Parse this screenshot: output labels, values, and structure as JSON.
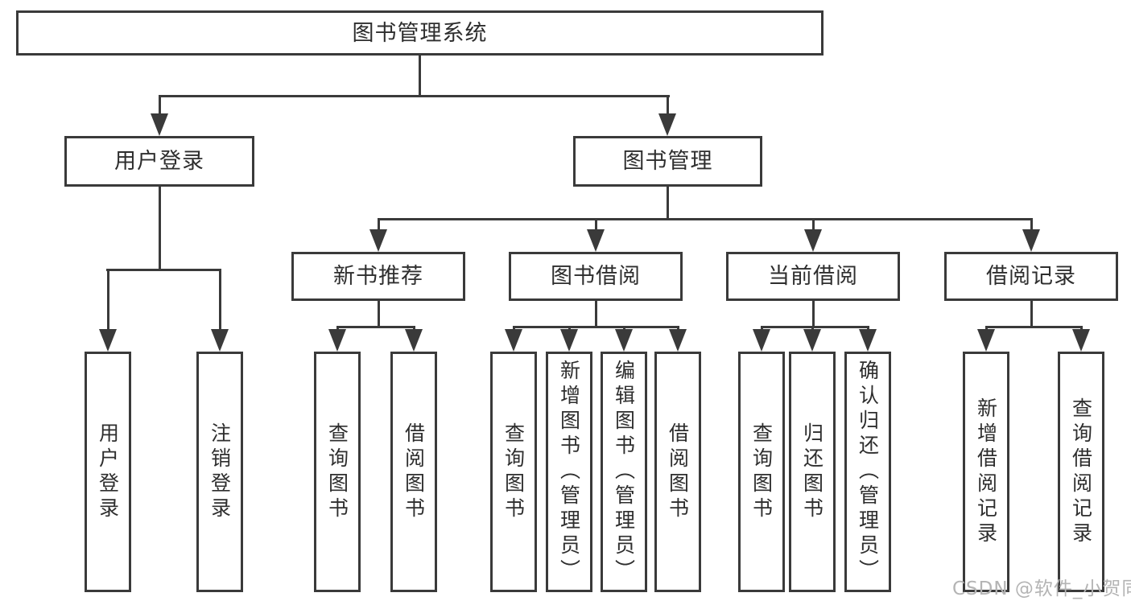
{
  "tree": {
    "label": "图书管理系统",
    "children": [
      {
        "label": "用户登录",
        "children": [
          {
            "label": "用户登录"
          },
          {
            "label": "注销登录"
          }
        ]
      },
      {
        "label": "图书管理",
        "children": [
          {
            "label": "新书推荐",
            "children": [
              {
                "label": "查询图书"
              },
              {
                "label": "借阅图书"
              }
            ]
          },
          {
            "label": "图书借阅",
            "children": [
              {
                "label": "查询图书"
              },
              {
                "label": "新增图书（管理员）"
              },
              {
                "label": "编辑图书（管理员）"
              },
              {
                "label": "借阅图书"
              }
            ]
          },
          {
            "label": "当前借阅",
            "children": [
              {
                "label": "查询图书"
              },
              {
                "label": "归还图书"
              },
              {
                "label": "确认归还（管理员）"
              }
            ]
          },
          {
            "label": "借阅记录",
            "children": [
              {
                "label": "新增借阅记录"
              },
              {
                "label": "查询借阅记录"
              }
            ]
          }
        ]
      }
    ]
  },
  "watermark": {
    "text": "CSDN @软件_小贺同学"
  },
  "colors": {
    "line": "#3a3a3a",
    "text": "#2e2e2e",
    "watermark": "#b4b4b4",
    "background": "#ffffff"
  }
}
